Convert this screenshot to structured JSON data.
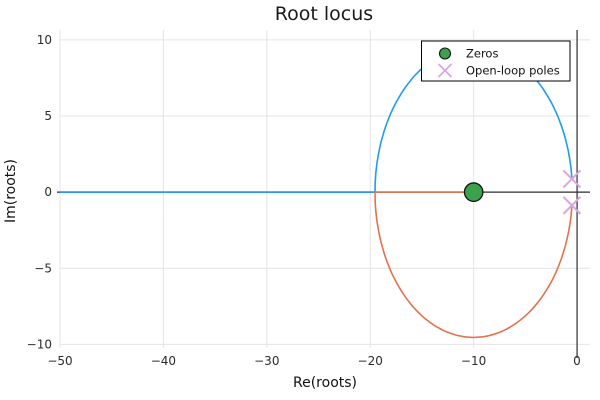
{
  "chart_data": {
    "type": "line",
    "title": "Root locus",
    "xlabel": "Re(roots)",
    "ylabel": "Im(roots)",
    "xlim": [
      -50,
      1.25
    ],
    "ylim": [
      -10.5,
      10.65
    ],
    "grid": true,
    "grid_color": "#e4e4e7",
    "zero_line_color": "#2f2f35",
    "x_ticks": [
      -50,
      -40,
      -30,
      -20,
      -10,
      0
    ],
    "x_tick_labels": [
      "−50",
      "−40",
      "−30",
      "−20",
      "−10",
      "0"
    ],
    "y_ticks": [
      -10,
      -5,
      0,
      5,
      10
    ],
    "y_tick_labels": [
      "−10",
      "−5",
      "0",
      "5",
      "10"
    ],
    "legend": {
      "position": "top-right",
      "background": "#ffffff",
      "border_color": "#000000",
      "entries": [
        {
          "label": "Zeros",
          "marker": "circle",
          "color": "#3ba14a",
          "stroke": "#141414"
        },
        {
          "label": "Open-loop poles",
          "marker": "x",
          "color": "#d9a6e3"
        }
      ]
    },
    "series": [
      {
        "name": "branch-1",
        "color": "#1d9bf7",
        "segments": [
          {
            "type": "line",
            "points": [
              [
                -50,
                0
              ],
              [
                -19.539,
                0
              ]
            ]
          },
          {
            "type": "arc",
            "center": [
              -10,
              0
            ],
            "radius": 9.539,
            "deg_start": 180,
            "deg_end": 5.2
          }
        ]
      },
      {
        "name": "branch-2",
        "color": "#e4714e",
        "segments": [
          {
            "type": "arc",
            "center": [
              -10,
              0
            ],
            "radius": 9.539,
            "deg_start": -5.2,
            "deg_end": -180
          },
          {
            "type": "line",
            "points": [
              [
                -19.539,
                0
              ],
              [
                -10,
                0
              ]
            ]
          }
        ]
      }
    ],
    "markers": {
      "zeros": [
        {
          "re": -10,
          "im": 0
        }
      ],
      "poles": [
        {
          "re": -0.5,
          "im": 0.87
        },
        {
          "re": -0.5,
          "im": -0.87
        }
      ]
    }
  }
}
